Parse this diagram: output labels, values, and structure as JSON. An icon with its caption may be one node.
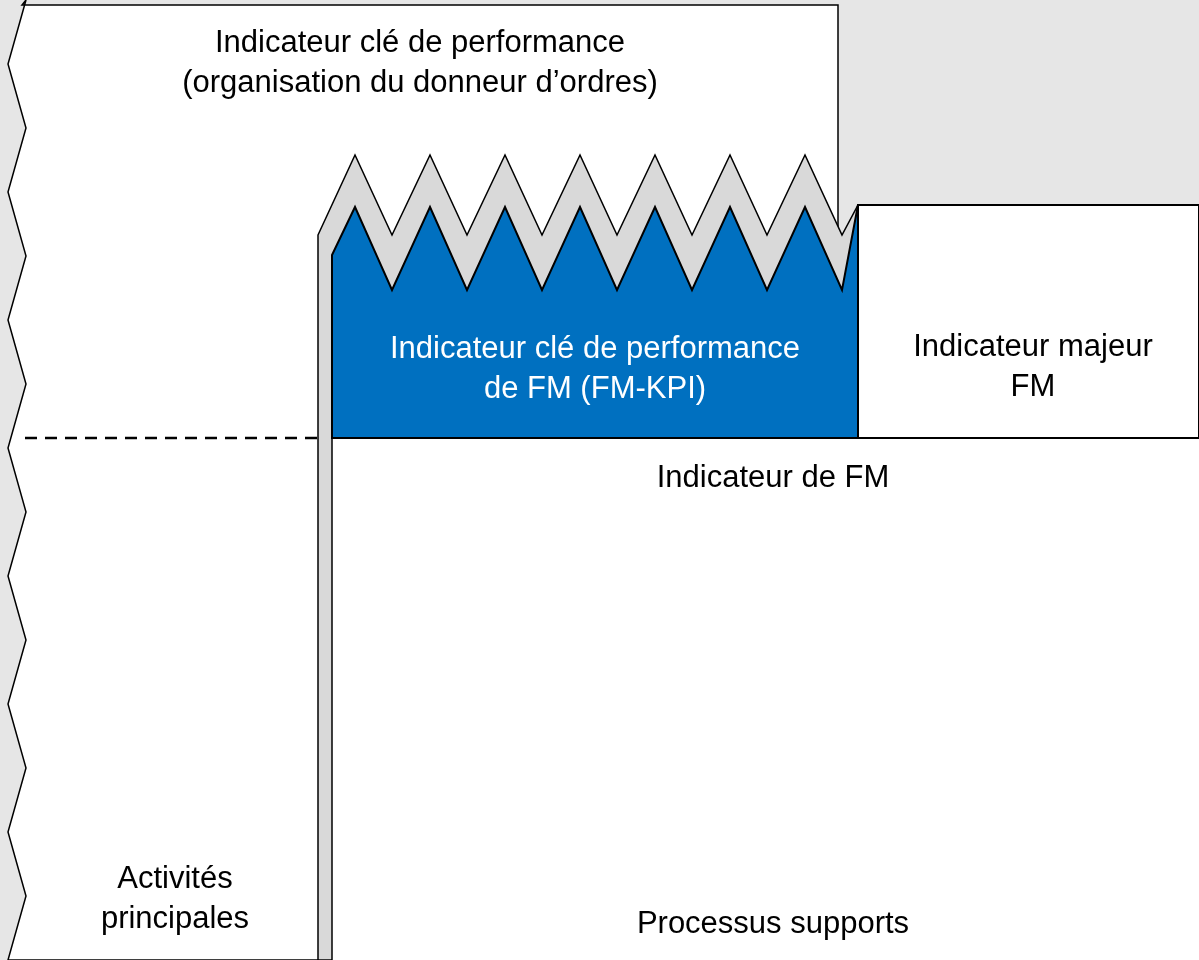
{
  "diagram": {
    "nodes": [
      {
        "text": [
          "Indicateur clé de performance (organisation du donneur d’ordres)",
          "Activités principales"
        ]
      },
      {
        "text": [
          "Indicateur de FM",
          "Processus supports"
        ]
      },
      {
        "text": [
          "Indicateur clé de performance de FM (FM-KPI)"
        ]
      },
      {
        "text": [
          "Indicateur majeur FM"
        ],
        "in": 1
      }
    ]
  }
}
